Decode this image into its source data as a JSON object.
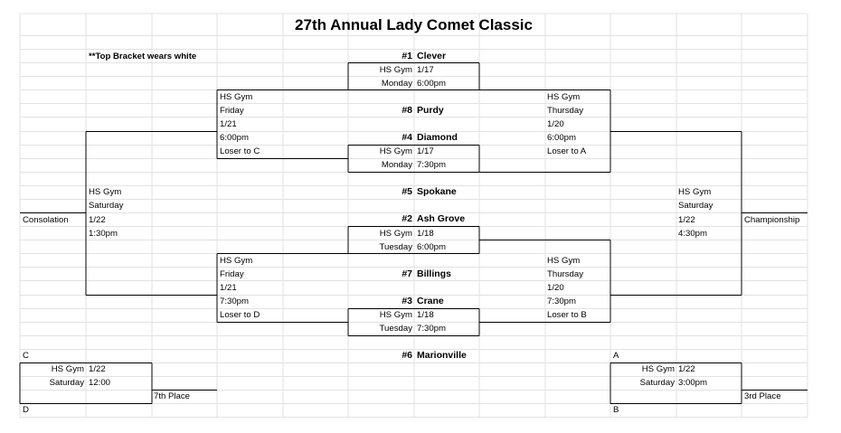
{
  "title": "27th Annual Lady Comet Classic",
  "note": "**Top Bracket wears white",
  "teams": [
    {
      "seed": "#1",
      "name": "Clever"
    },
    {
      "seed": "#8",
      "name": "Purdy"
    },
    {
      "seed": "#4",
      "name": "Diamond"
    },
    {
      "seed": "#5",
      "name": "Spokane"
    },
    {
      "seed": "#2",
      "name": "Ash Grove"
    },
    {
      "seed": "#7",
      "name": "Billings"
    },
    {
      "seed": "#3",
      "name": "Crane"
    },
    {
      "seed": "#6",
      "name": "Marionville"
    }
  ],
  "first_round": [
    {
      "venue": "HS Gym",
      "date": "1/17",
      "day": "Monday",
      "time": "6:00pm"
    },
    {
      "venue": "HS Gym",
      "date": "1/17",
      "day": "Monday",
      "time": "7:30pm"
    },
    {
      "venue": "HS Gym",
      "date": "1/18",
      "day": "Tuesday",
      "time": "6:00pm"
    },
    {
      "venue": "HS Gym",
      "date": "1/18",
      "day": "Tuesday",
      "time": "7:30pm"
    }
  ],
  "left_semis": [
    {
      "venue": "HS Gym",
      "day": "Friday",
      "date": "1/21",
      "time": "6:00pm",
      "note": "Loser to C"
    },
    {
      "venue": "HS Gym",
      "day": "Friday",
      "date": "1/21",
      "time": "7:30pm",
      "note": "Loser to D"
    }
  ],
  "right_semis": [
    {
      "venue": "HS Gym",
      "day": "Thursday",
      "date": "1/20",
      "time": "6:00pm",
      "note": "Loser to A"
    },
    {
      "venue": "HS Gym",
      "day": "Thursday",
      "date": "1/20",
      "time": "7:30pm",
      "note": "Loser to B"
    }
  ],
  "consolation": {
    "label": "Consolation",
    "venue": "HS Gym",
    "day": "Saturday",
    "date": "1/22",
    "time": "1:30pm"
  },
  "championship": {
    "label": "Championship",
    "venue": "HS Gym",
    "day": "Saturday",
    "date": "1/22",
    "time": "4:30pm"
  },
  "seventh_place": {
    "label": "7th Place",
    "top": "C",
    "bottom": "D",
    "venue": "HS Gym",
    "date": "1/22",
    "day": "Saturday",
    "time": "12:00"
  },
  "third_place": {
    "label": "3rd Place",
    "top": "A",
    "bottom": "B",
    "venue": "HS Gym",
    "date": "1/22",
    "day": "Saturday",
    "time": "3:00pm"
  },
  "colors": {
    "grid": "#e2e2e2",
    "line": "#000000"
  }
}
